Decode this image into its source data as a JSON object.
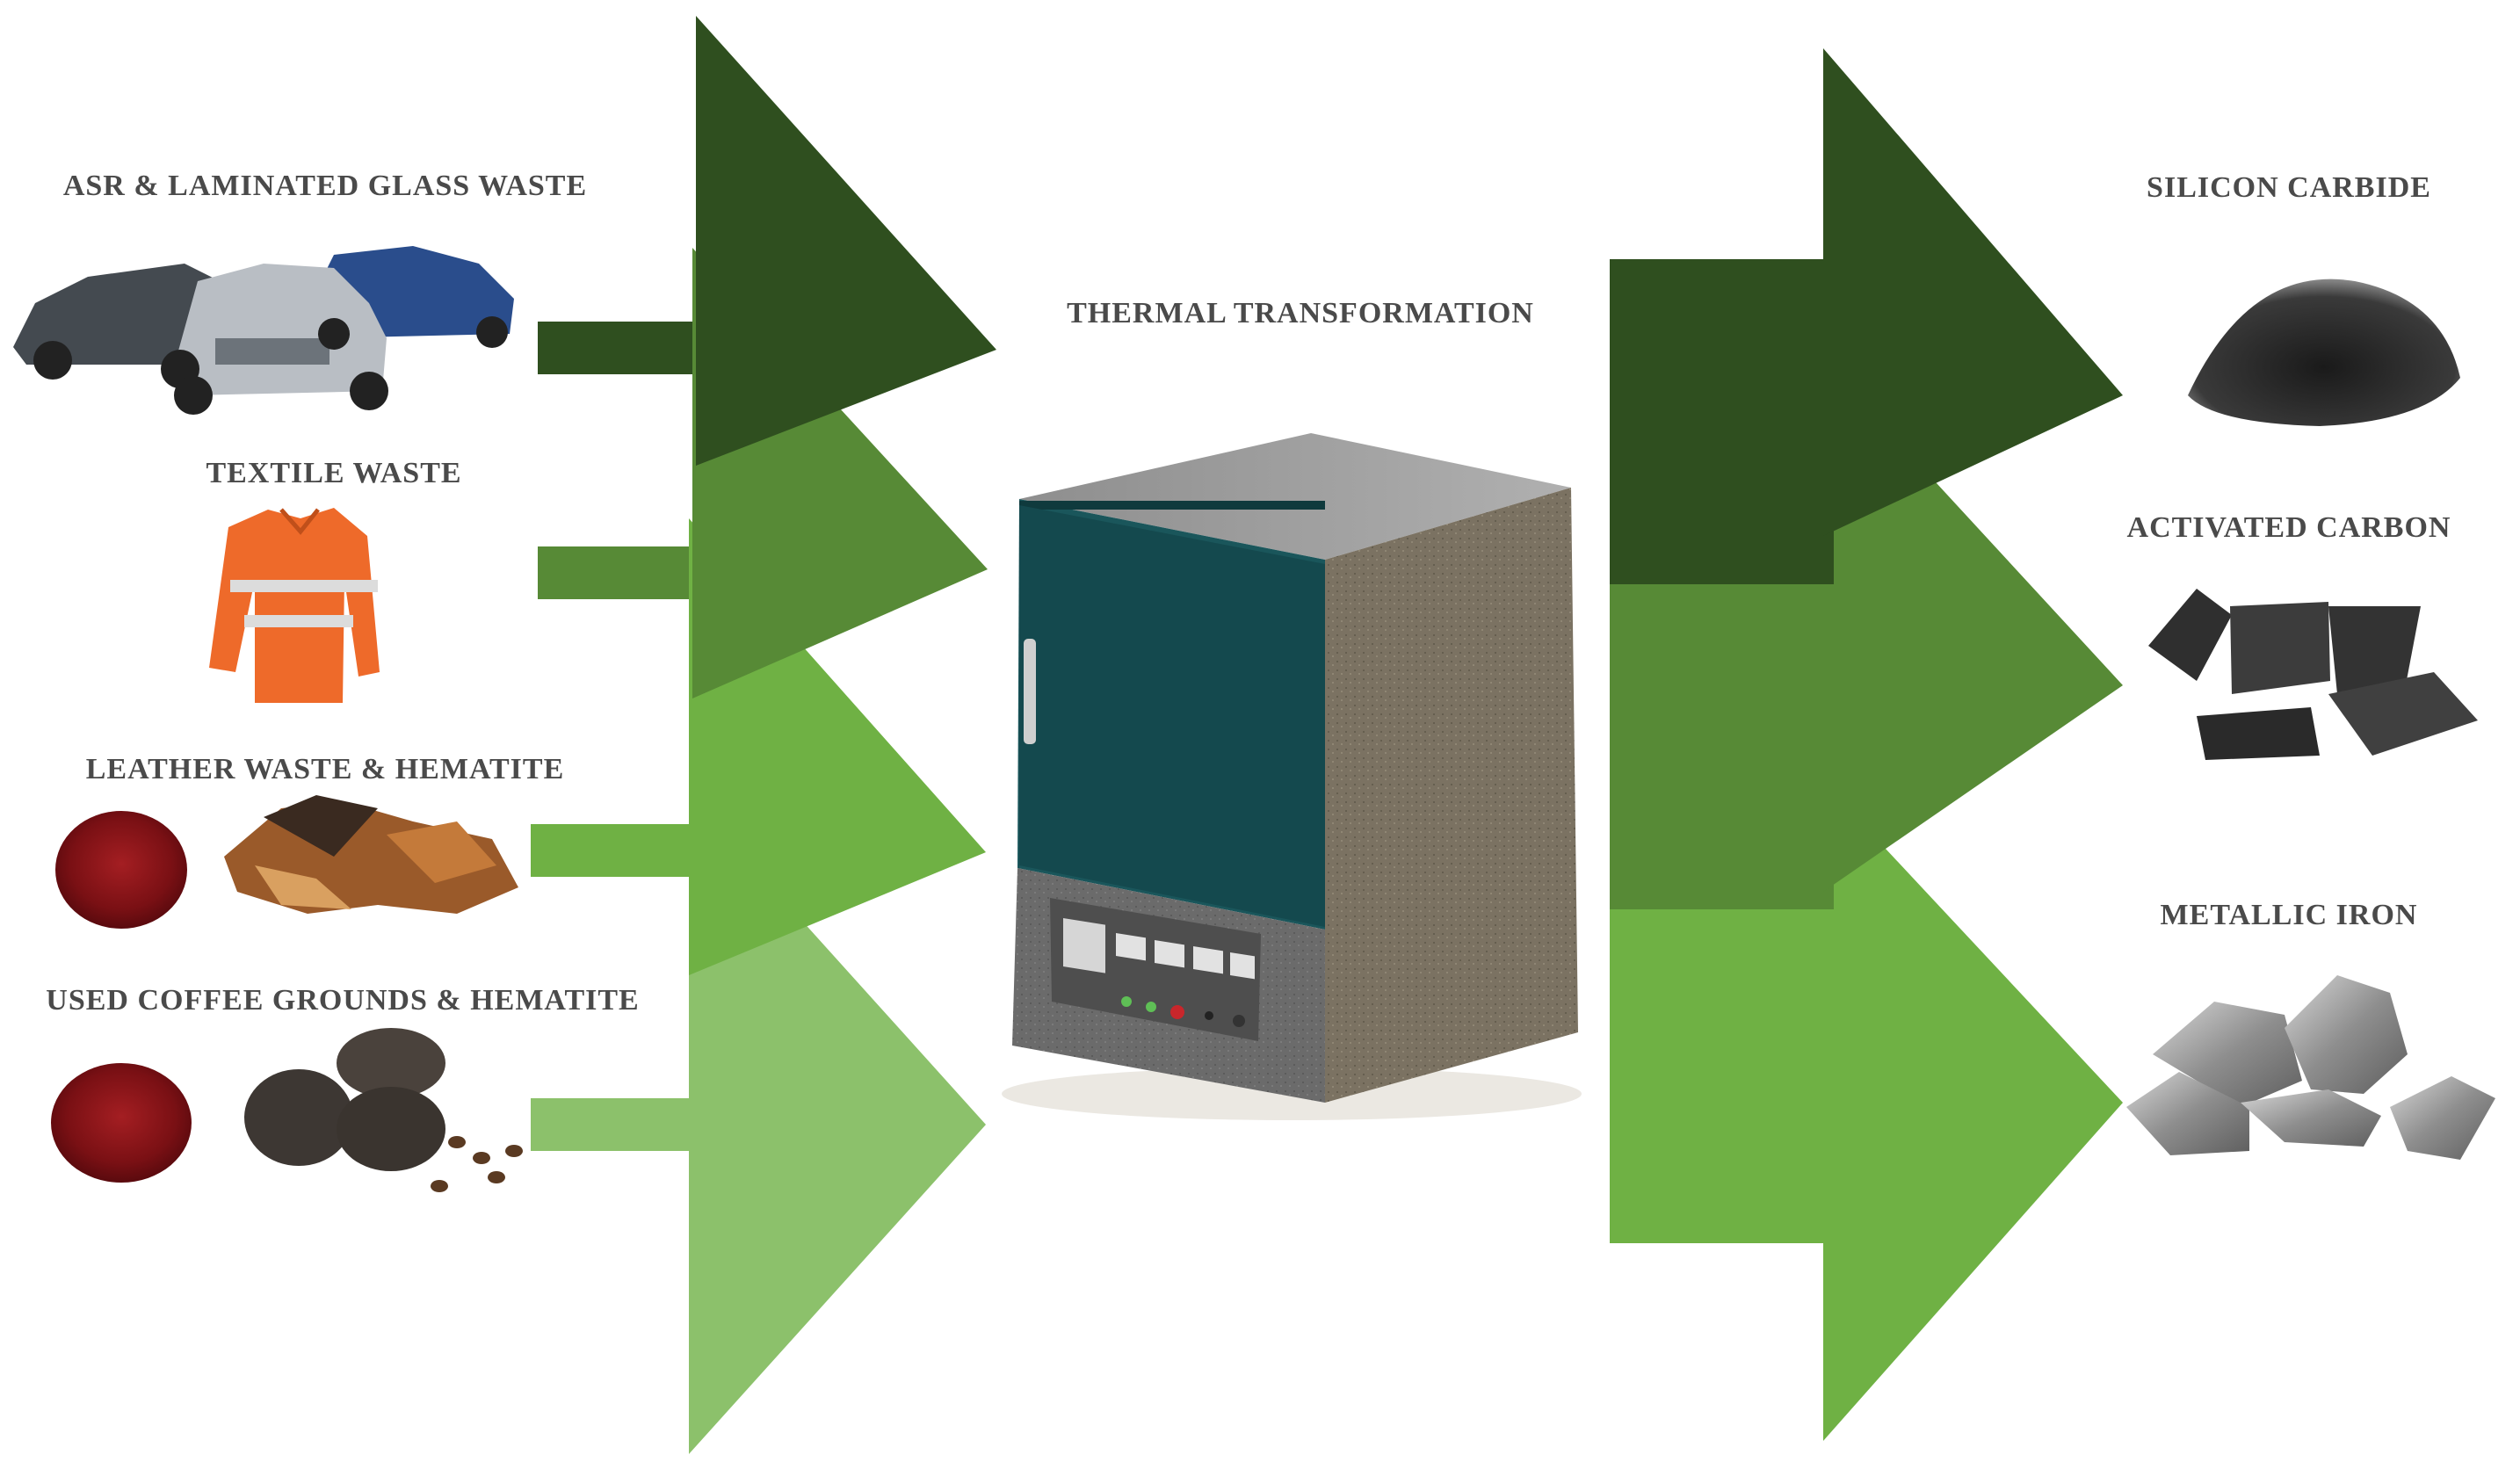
{
  "title": "THERMAL TRANSFORMATION",
  "inputs": [
    {
      "label": "ASR & LAMINATED GLASS WASTE",
      "icon": "crashed-cars-icon"
    },
    {
      "label": "TEXTILE  WASTE",
      "icon": "orange-workwear-shirt-icon"
    },
    {
      "label": "LEATHER  WASTE  & HEMATITE",
      "icon": "leather-scraps-hematite-icon"
    },
    {
      "label": "USED COFFEE  GROUNDS & HEMATITE",
      "icon": "coffee-grounds-hematite-icon"
    }
  ],
  "process": {
    "icon": "muffle-furnace-icon"
  },
  "outputs": [
    {
      "label": "SILICON CARBIDE",
      "icon": "black-powder-pile-icon"
    },
    {
      "label": "ACTIVATED  CARBON",
      "icon": "carbon-blocks-icon"
    },
    {
      "label": "METALLIC  IRON",
      "icon": "iron-chunks-icon"
    }
  ],
  "colors": {
    "arrow_dark": "#2f4f1f",
    "arrow_mid": "#578a36",
    "arrow_light": "#6fb144",
    "arrow_lightest": "#8cc16b",
    "furnace_body": "#7a7160",
    "furnace_door": "#14494e",
    "label_text": "#4a4a4a"
  }
}
